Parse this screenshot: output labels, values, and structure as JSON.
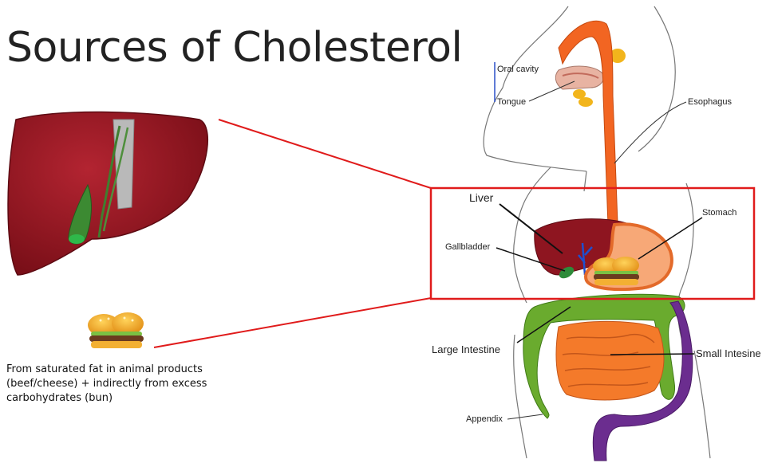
{
  "title": "Sources of Cholesterol",
  "caption": "From saturated fat in animal products (beef/cheese) + indirectly from excess carbohydrates (bun)",
  "labels": {
    "oral_cavity": "Oral cavity",
    "tongue": "Tongue",
    "esophagus": "Esophagus",
    "liver": "Liver",
    "stomach": "Stomach",
    "gallbladder": "Gallbladder",
    "large_intestine": "Large Intestine",
    "small_intestine": "Small Intesine",
    "appendix": "Appendix"
  },
  "colors": {
    "highlight": "#e01b1b",
    "liver": "#8e1520",
    "esophagus": "#f26522",
    "large_intestine": "#6aab2e",
    "small_intestine": "#f47a2a",
    "rectum": "#6b2d8f",
    "gallbladder": "#2e8b3a",
    "burger_bun": "#f0a52a"
  }
}
